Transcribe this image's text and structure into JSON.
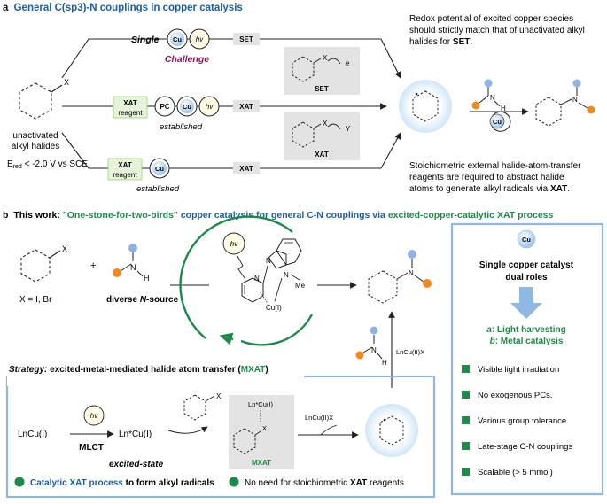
{
  "panel_a": {
    "heading_letter": "a",
    "heading_text": "General C(sp3)-N couplings in copper catalysis",
    "single_label": "Single",
    "challenge_label": "Challenge",
    "cu": "Cu",
    "hv": "hv",
    "pc": "PC",
    "set_tag": "SET",
    "xat_tag": "XAT",
    "xat_reagent_line1": "XAT",
    "xat_reagent_line2": "reagent",
    "established": "established",
    "x_label": "X",
    "y_label": "Y",
    "e_label": "e",
    "set_box_label": "SET",
    "xat_box_label": "XAT",
    "substrate_line1": "unactivated",
    "substrate_line2": "alkyl halides",
    "ered_prefix": "E",
    "ered_sub": "red",
    "ered_suffix": " < -2.0 V vs SCE",
    "n_label": "N",
    "h_label": "H",
    "note_top_1": "Redox potential of excited copper species",
    "note_top_2": "should strictly match that of unactivated alkyl",
    "note_top_3a": "halides for ",
    "note_top_3b": "SET",
    "note_top_3c": ".",
    "note_bot_1": "Stoichiometric external halide-atom-transfer",
    "note_bot_2": "reagents are required to abstract halide",
    "note_bot_3a": "atoms to generate alkyl radicals via ",
    "note_bot_3b": "XAT",
    "note_bot_3c": "."
  },
  "panel_b": {
    "heading_letter": "b",
    "heading_a": "This work: ",
    "heading_b": "\"One-stone-for-two-birds\"",
    "heading_c": " copper catalysis for general C-N couplings via ",
    "heading_d": "excited-copper-catalytic XAT process",
    "x_label": "X",
    "x_eq": "X = I, Br",
    "plus": "+",
    "n_label": "N",
    "h_label": "H",
    "n_source_a": "diverse ",
    "n_source_b": "N",
    "n_source_c": "-source",
    "hv": "hv",
    "catalyst_n1": "N",
    "catalyst_n2": "N",
    "catalyst_n3": "N",
    "catalyst_me": "Me",
    "catalyst_cu": "Cu(I)",
    "lncu2x_vertical": "LnCu(II)X",
    "strategy_a": "Strategy:",
    "strategy_b": " excited-metal-mediated halide atom transfer (",
    "strategy_c": "MXAT",
    "strategy_d": ")",
    "lncu1": "LnCu(I)",
    "mlct": "MLCT",
    "ln_star_cu1": "Ln*Cu(I)",
    "excited_state": "excited-state",
    "mxat_top": "Ln*Cu(I)",
    "mxat_x": "X",
    "mxat_label": "MXAT",
    "lncu2x_arrow": "LnCu(II)X",
    "bullet1_a": "Catalytic XAT process",
    "bullet1_b": " to form alkyl radicals",
    "bullet2_a": "No need for stoichiometric ",
    "bullet2_b": "XAT",
    "bullet2_c": " reagents",
    "side_cu": "Cu",
    "side_title_1": "Single copper catalyst",
    "side_title_2": "dual roles",
    "role_a_letter": "a",
    "role_a_text": ": Light harvesting",
    "role_b_letter": "b",
    "role_b_text": ": Metal catalysis",
    "features": [
      "Visible light irradiation",
      "No exogenous PCs.",
      "Various group tolerance",
      "Late-stage C-N couplings",
      "Scalable (> 5 mmol)"
    ]
  },
  "colors": {
    "heading_blue": "#1c5ea8",
    "green": "#1e8a4a",
    "challenge": "#8b1a5a",
    "frame_blue": "#8fb8e2",
    "grey_box": "#e3e3e3",
    "reagent_box": "#e6f3d8",
    "n_blue": "#8fb3e3",
    "n_orange": "#f08a1e"
  }
}
